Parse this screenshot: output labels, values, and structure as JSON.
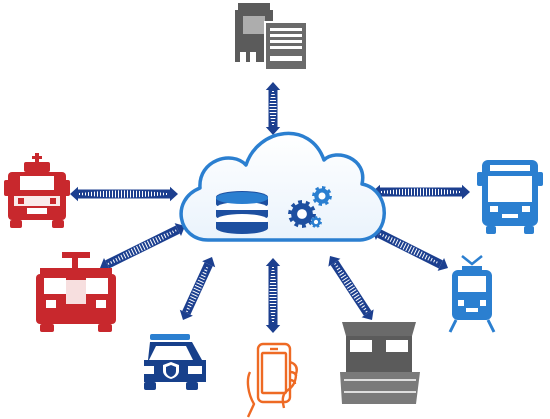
{
  "diagram": {
    "hub": {
      "name": "cloud",
      "contents": [
        "database-icon",
        "gears-icon"
      ]
    },
    "nodes": [
      {
        "name": "data-center-buildings",
        "icon": "buildings-icon"
      },
      {
        "name": "ambulance",
        "icon": "ambulance-icon"
      },
      {
        "name": "bus",
        "icon": "bus-icon"
      },
      {
        "name": "fire-truck",
        "icon": "fire-truck-icon"
      },
      {
        "name": "tram",
        "icon": "tram-icon"
      },
      {
        "name": "police-car",
        "icon": "police-car-icon"
      },
      {
        "name": "smartphone",
        "icon": "smartphone-icon"
      },
      {
        "name": "dump-truck",
        "icon": "dump-truck-icon"
      }
    ],
    "connections": [
      {
        "from": "cloud",
        "to": "data-center-buildings",
        "style": "bidirectional-signal"
      },
      {
        "from": "cloud",
        "to": "ambulance",
        "style": "bidirectional-signal"
      },
      {
        "from": "cloud",
        "to": "bus",
        "style": "bidirectional-signal"
      },
      {
        "from": "cloud",
        "to": "fire-truck",
        "style": "bidirectional-signal"
      },
      {
        "from": "cloud",
        "to": "tram",
        "style": "bidirectional-signal"
      },
      {
        "from": "cloud",
        "to": "police-car",
        "style": "bidirectional-signal"
      },
      {
        "from": "cloud",
        "to": "smartphone",
        "style": "bidirectional-signal"
      },
      {
        "from": "cloud",
        "to": "dump-truck",
        "style": "bidirectional-signal"
      }
    ],
    "colors": {
      "cloud": "#2b7fd0",
      "link": "#1c3f8f",
      "emergency": "#c8282d",
      "transit": "#2b7fd0",
      "police": "#17408b",
      "phone": "#ee6a24",
      "gray": "#6a6a6a",
      "building": "#5b5b5b"
    }
  }
}
